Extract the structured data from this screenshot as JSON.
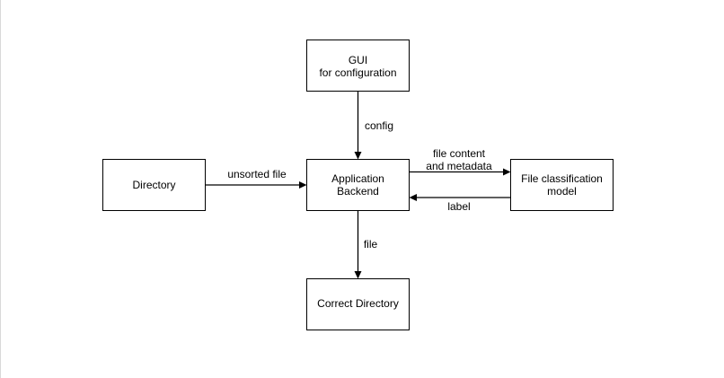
{
  "diagram": {
    "nodes": {
      "gui": {
        "lines": [
          "GUI",
          "for configuration"
        ]
      },
      "directory": {
        "lines": [
          "Directory"
        ]
      },
      "backend": {
        "lines": [
          "Application",
          "Backend"
        ]
      },
      "classifier": {
        "lines": [
          "File classification",
          "model"
        ]
      },
      "correct_directory": {
        "lines": [
          "Correct Directory"
        ]
      }
    },
    "edges": {
      "config": {
        "lines": [
          "config"
        ]
      },
      "unsorted_file": {
        "lines": [
          "unsorted file"
        ]
      },
      "file_content": {
        "lines": [
          "file content",
          "and metadata"
        ]
      },
      "label": {
        "lines": [
          "label"
        ]
      },
      "file": {
        "lines": [
          "file"
        ]
      }
    }
  }
}
